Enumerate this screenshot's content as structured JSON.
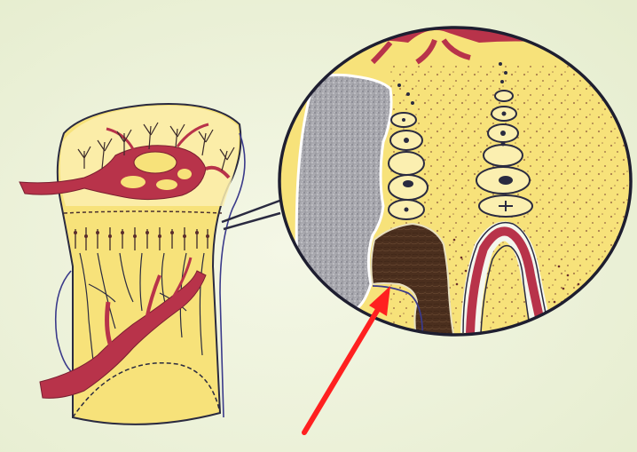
{
  "figure": {
    "panels": [
      {
        "name": "bone-end-section",
        "description_visible": false
      },
      {
        "name": "magnified-detail-circle"
      }
    ],
    "annotation": {
      "type": "arrow",
      "color": "#ff2020"
    },
    "colors": {
      "background": "#eef2dc",
      "bone_yellow": "#f7e27a",
      "bone_pale": "#fbefb0",
      "vessel_red": "#b8334a",
      "outline": "#2a2a40",
      "cartilage_gray": "#a9a9ae",
      "dark_tissue": "#4a2e1c",
      "arrow_red": "#ff2020",
      "dots": "#6b2f2a"
    }
  }
}
